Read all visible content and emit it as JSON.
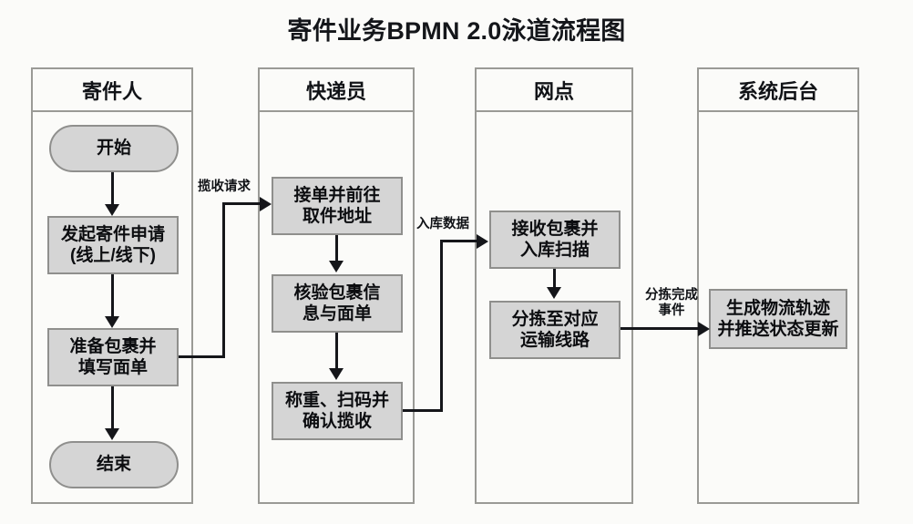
{
  "title": "寄件业务BPMN 2.0泳道流程图",
  "colors": {
    "background": "#fbfbf9",
    "lane_border": "#9a9a96",
    "node_fill": "#d5d5d5",
    "node_border": "#8f8f8d",
    "connector": "#15161a",
    "text": "#111317"
  },
  "lanes": [
    {
      "id": "sender",
      "title": "寄件人",
      "nodes": [
        {
          "id": "start",
          "type": "start-event",
          "label": "开始"
        },
        {
          "id": "apply",
          "type": "task",
          "label": "发起寄件申请\n(线上/线下)"
        },
        {
          "id": "prepare",
          "type": "task",
          "label": "准备包裹并\n填写面单"
        },
        {
          "id": "end",
          "type": "end-event",
          "label": "结束"
        }
      ]
    },
    {
      "id": "courier",
      "title": "快递员",
      "nodes": [
        {
          "id": "accept",
          "type": "task",
          "label": "接单并前往\n取件地址"
        },
        {
          "id": "verify",
          "type": "task",
          "label": "核验包裹信\n息与面单"
        },
        {
          "id": "weigh",
          "type": "task",
          "label": "称重、扫码并\n确认揽收"
        }
      ]
    },
    {
      "id": "branch",
      "title": "网点",
      "nodes": [
        {
          "id": "receive",
          "type": "task",
          "label": "接收包裹并\n入库扫描"
        },
        {
          "id": "sort",
          "type": "task",
          "label": "分拣至对应\n运输线路"
        }
      ]
    },
    {
      "id": "system",
      "title": "系统后台",
      "nodes": [
        {
          "id": "track",
          "type": "task",
          "label": "生成物流轨迹\n并推送状态更新"
        }
      ]
    }
  ],
  "message_flows": [
    {
      "id": "pickup-request",
      "label": "揽收请求",
      "from": "prepare",
      "to": "accept"
    },
    {
      "id": "inbound-data",
      "label": "入库数据",
      "from": "weigh",
      "to": "receive"
    },
    {
      "id": "sorting-done",
      "label": "分拣完成\n事件",
      "from": "sort",
      "to": "track"
    }
  ]
}
